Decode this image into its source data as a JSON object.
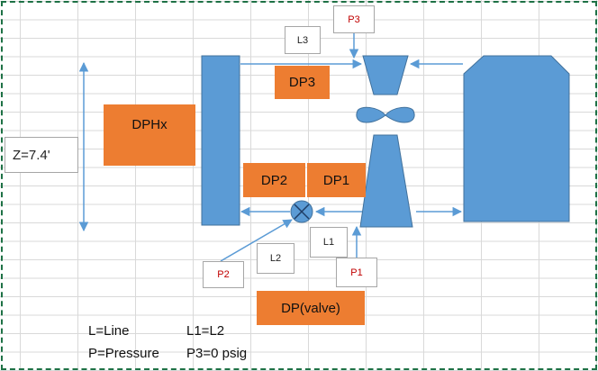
{
  "labels": {
    "l3": "L3",
    "p3": "P3",
    "l1": "L1",
    "l2": "L2",
    "p1": "P1",
    "p2": "P2"
  },
  "blocks": {
    "dp3": "DP3",
    "dphx": "DPHx",
    "dp2": "DP2",
    "dp1": "DP1",
    "dp_valve": "DP(valve)"
  },
  "elevation": "Z=7.4'",
  "legend": {
    "line": "L=Line",
    "equal": "L1=L2",
    "pressure": "P=Pressure",
    "p3_value": "P3=0 psig"
  },
  "colors": {
    "blue": "#5b9bd5",
    "orange": "#ed7d31",
    "red": "#c00000",
    "border": "#1e7145"
  }
}
